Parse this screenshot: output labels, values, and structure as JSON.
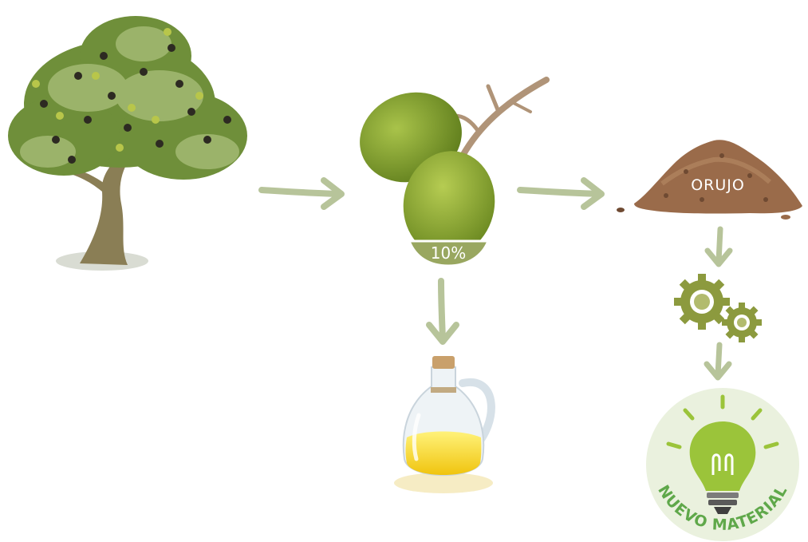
{
  "diagram": {
    "tree": {
      "icon": "olive-tree-icon"
    },
    "olives": {
      "icon": "green-olives-icon",
      "percent_label": "10%"
    },
    "oil": {
      "icon": "olive-oil-jug-icon"
    },
    "pomace": {
      "icon": "pomace-pile-icon",
      "label": "ORUJO"
    },
    "process": {
      "icon": "gears-icon"
    },
    "result": {
      "icon": "lightbulb-icon",
      "label": "NUEVO MATERIAL"
    },
    "colors": {
      "arrow": "#b7c49a",
      "olive": "#86a22b",
      "olive_dark": "#5e7a1a",
      "pomace": "#9a6b4a",
      "gear": "#8c9a3e",
      "bulb": "#9bc43a",
      "circle_bg": "#eaf1de",
      "text_green": "#5fa84a",
      "oil": "#f4d31c"
    }
  }
}
